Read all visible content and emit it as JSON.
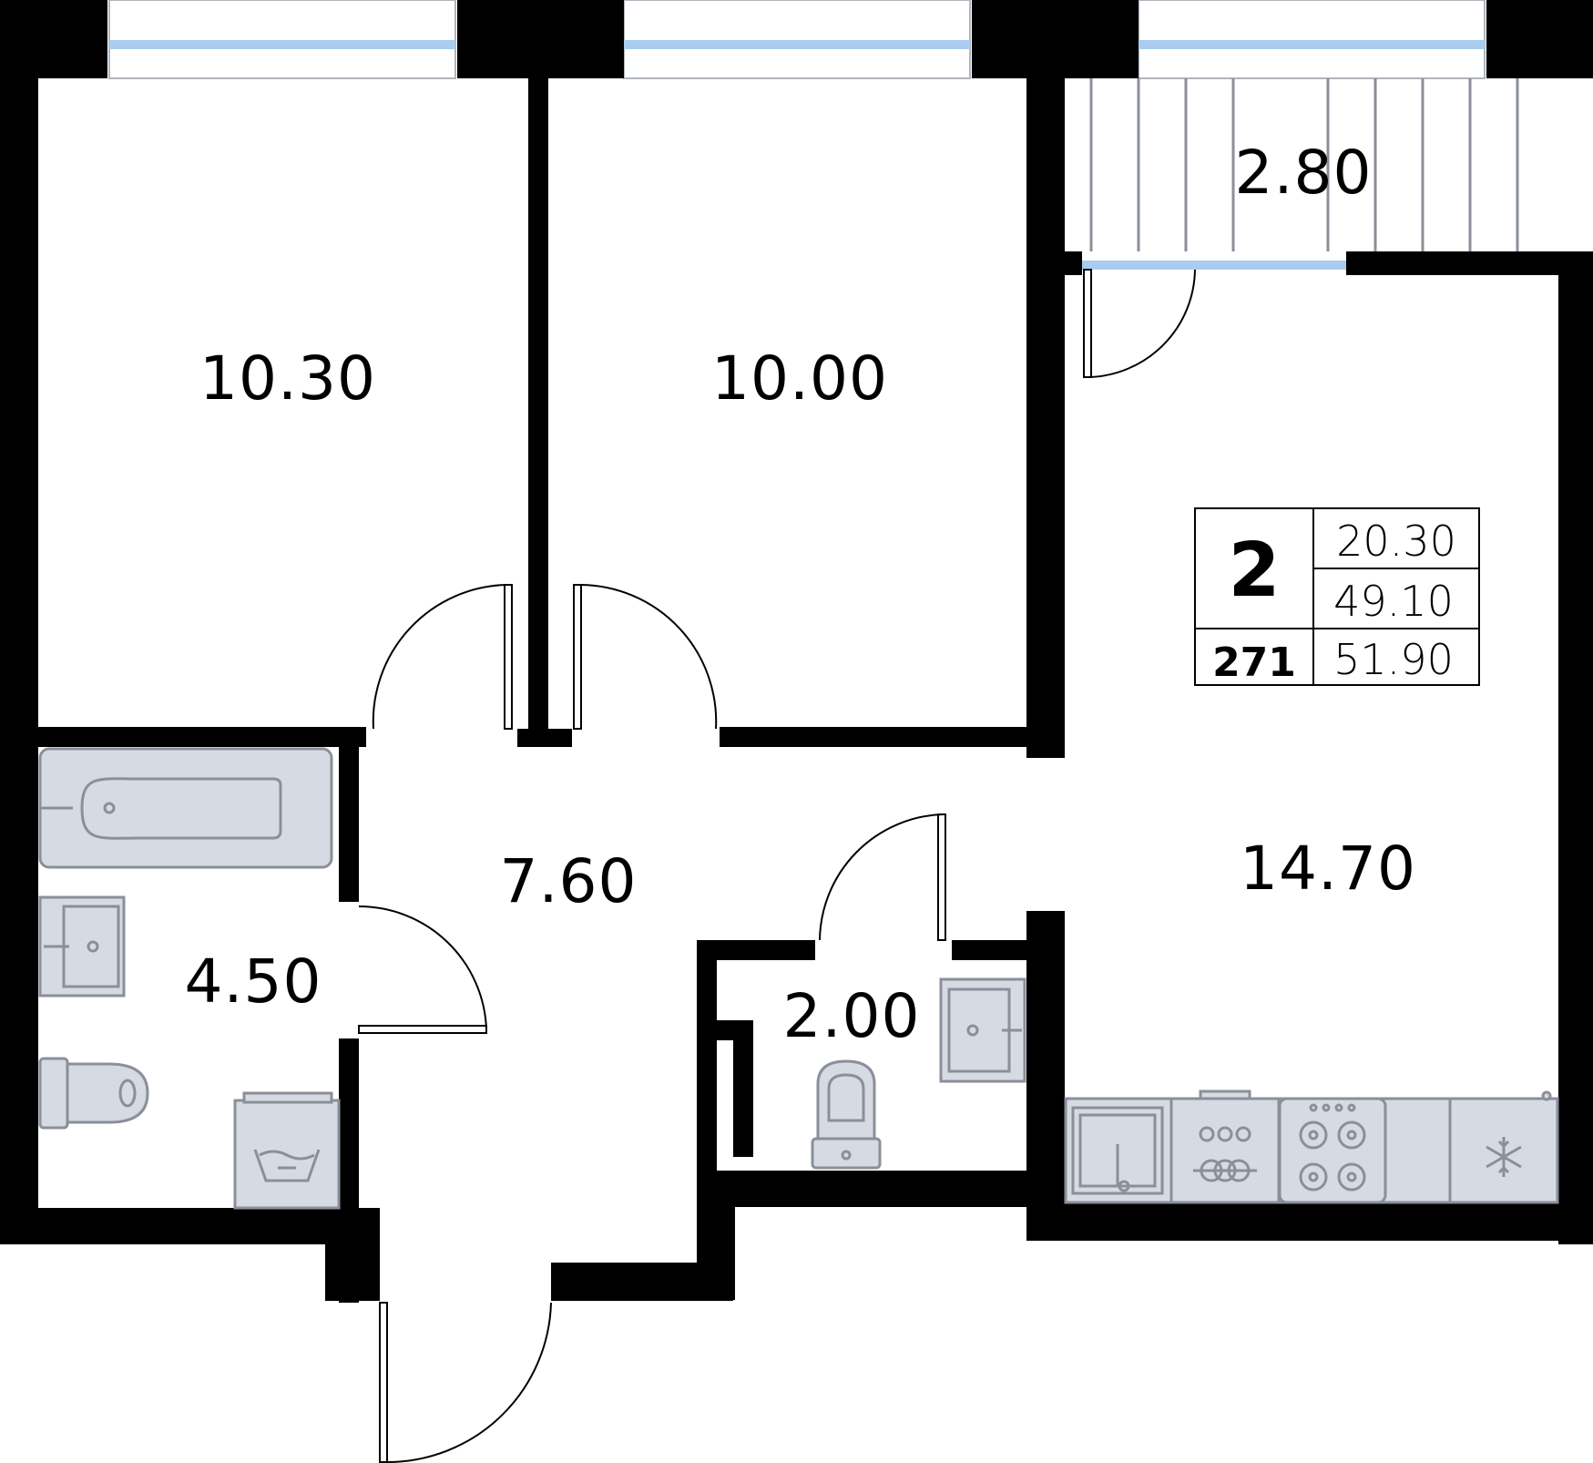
{
  "rooms": {
    "bedroom_left": {
      "area": "10.30"
    },
    "bedroom_middle": {
      "area": "10.00"
    },
    "balcony": {
      "area": "2.80"
    },
    "kitchen_living": {
      "area": "14.70"
    },
    "hallway": {
      "area": "7.60"
    },
    "bathroom": {
      "area": "4.50"
    },
    "toilet": {
      "area": "2.00"
    }
  },
  "summary": {
    "rooms_count": "2",
    "apartment_number": "271",
    "living_area": "20.30",
    "total_area": "49.10",
    "area_with_balcony": "51.90"
  },
  "icons": {
    "fridge": "snowflake-icon",
    "stove": "stove-burners-icon",
    "dishwasher": "dishwasher-icon",
    "washer": "washing-machine-icon"
  },
  "colors": {
    "wall": "#000000",
    "fixture_fill": "#d6dae3",
    "fixture_stroke": "#8a8f99",
    "window": "#a8cdf0"
  }
}
